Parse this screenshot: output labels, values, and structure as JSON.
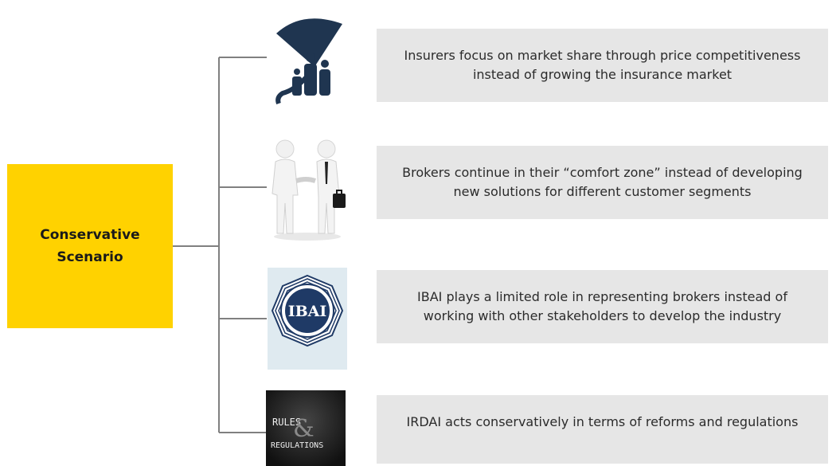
{
  "root": {
    "line1": "Conservative",
    "line2": "Scenario"
  },
  "items": [
    {
      "icon": "umbrella-family-icon",
      "text": "Insurers focus on market share through price competitiveness instead of growing the insurance market"
    },
    {
      "icon": "handshake-icon",
      "text": "Brokers continue in their “comfort zone” instead of developing new solutions for different customer segments"
    },
    {
      "icon": "ibai-logo",
      "logo_text": "IBAI",
      "text": "IBAI plays a limited role in representing brokers instead of working with other stakeholders to develop the industry"
    },
    {
      "icon": "rules-regulations-image",
      "image_text_1": "RULES",
      "image_amp": "&",
      "image_text_2": "REGULATIONS",
      "text": "IRDAI acts conservatively in terms of reforms and regulations"
    }
  ],
  "colors": {
    "root_fill": "#ffd200",
    "box_fill": "#e6e6e6",
    "line": "#808080",
    "umbrella": "#1f3550"
  }
}
